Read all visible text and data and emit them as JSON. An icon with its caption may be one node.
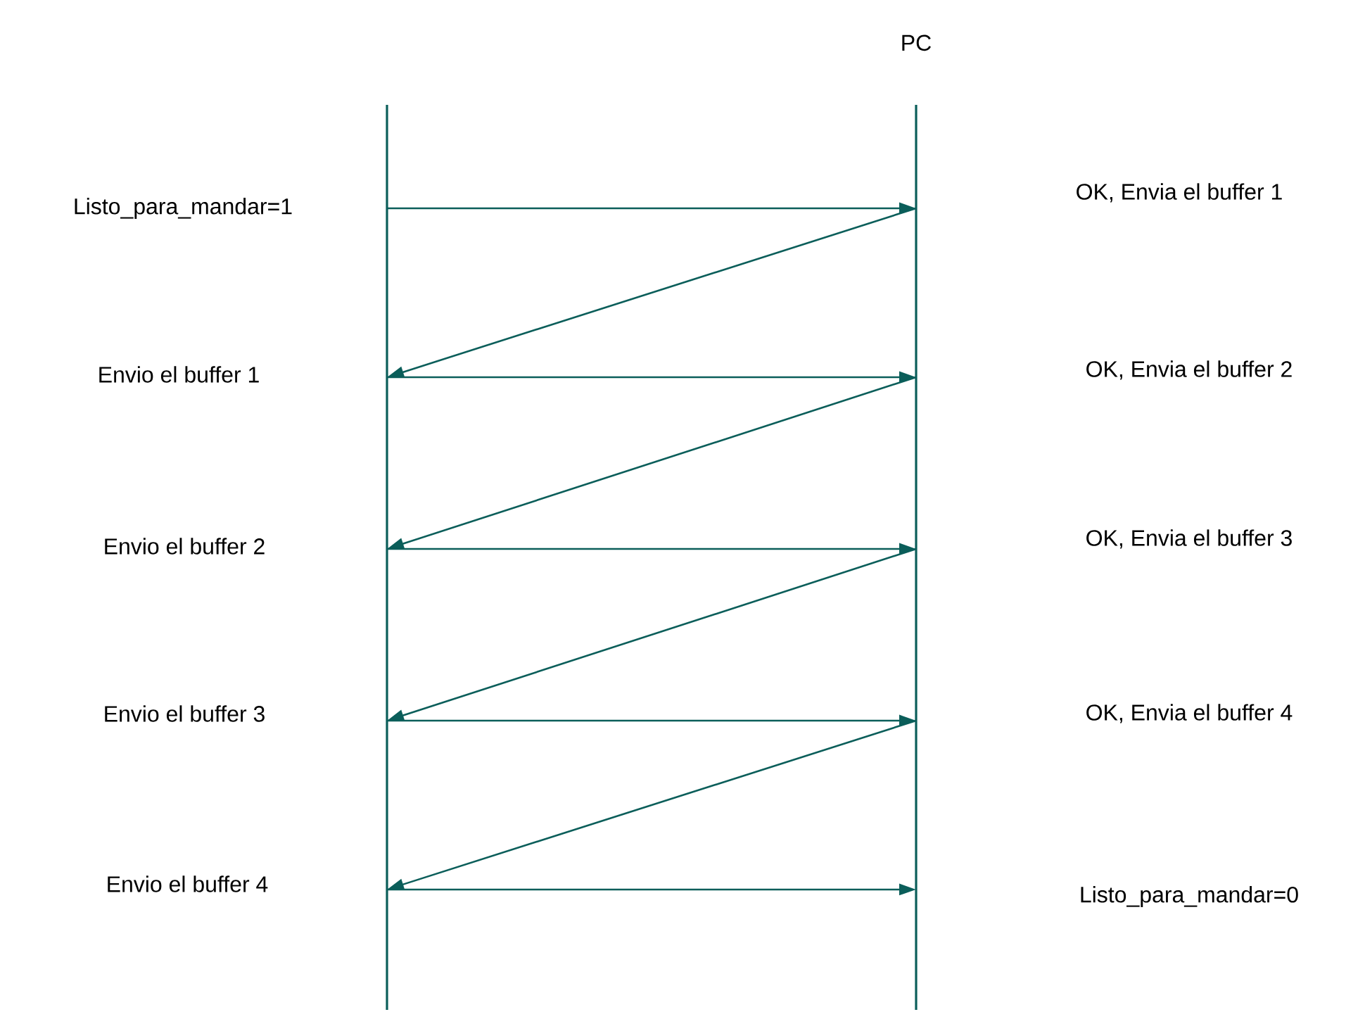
{
  "diagram": {
    "nodes": [
      {
        "text": [],
        "shape": "bar"
      },
      {
        "text": [
          "PC"
        ]
      }
    ],
    "edges": [
      {
        "from": 0,
        "to": 1,
        "arrow": "to"
      },
      {
        "from": 1,
        "to": 0,
        "arrow": "to"
      },
      {
        "from": 0,
        "to": 1,
        "arrow": "to"
      },
      {
        "from": 1,
        "to": 0,
        "arrow": "to"
      },
      {
        "from": 0,
        "to": 1,
        "arrow": "to"
      },
      {
        "from": 1,
        "to": 0,
        "arrow": "to"
      },
      {
        "from": 0,
        "to": 1,
        "arrow": "to"
      },
      {
        "from": 1,
        "to": 0,
        "arrow": "to"
      },
      {
        "from": 0,
        "to": 1,
        "arrow": "to"
      }
    ],
    "labels": [
      "Listo_para_mandar=1",
      "OK, Envia el buffer 1",
      "Envio el buffer 1",
      "OK, Envia el buffer 2",
      "Envio el buffer 2",
      "OK, Envia el buffer 3",
      "Envio el buffer 3",
      "OK, Envia el buffer 4",
      "Envio el buffer 4",
      "Listo_para_mandar=0"
    ]
  }
}
